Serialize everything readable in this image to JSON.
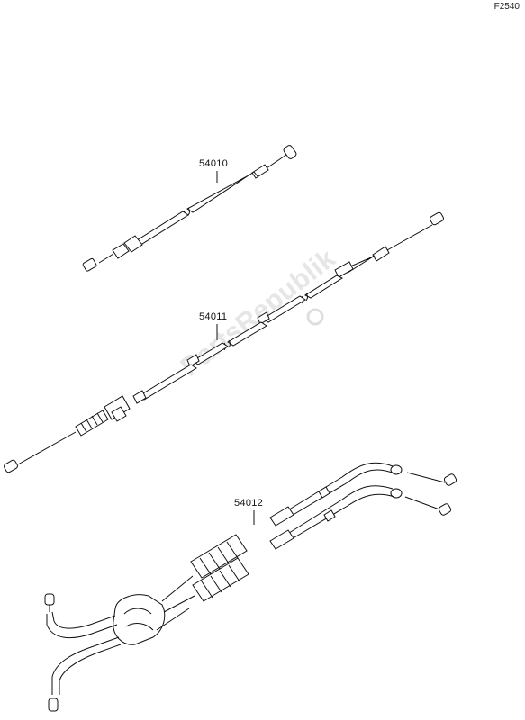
{
  "figure_code": "F2540",
  "watermark": "PartsRepublik",
  "parts": [
    {
      "number": "54010"
    },
    {
      "number": "54011"
    },
    {
      "number": "54012"
    }
  ]
}
